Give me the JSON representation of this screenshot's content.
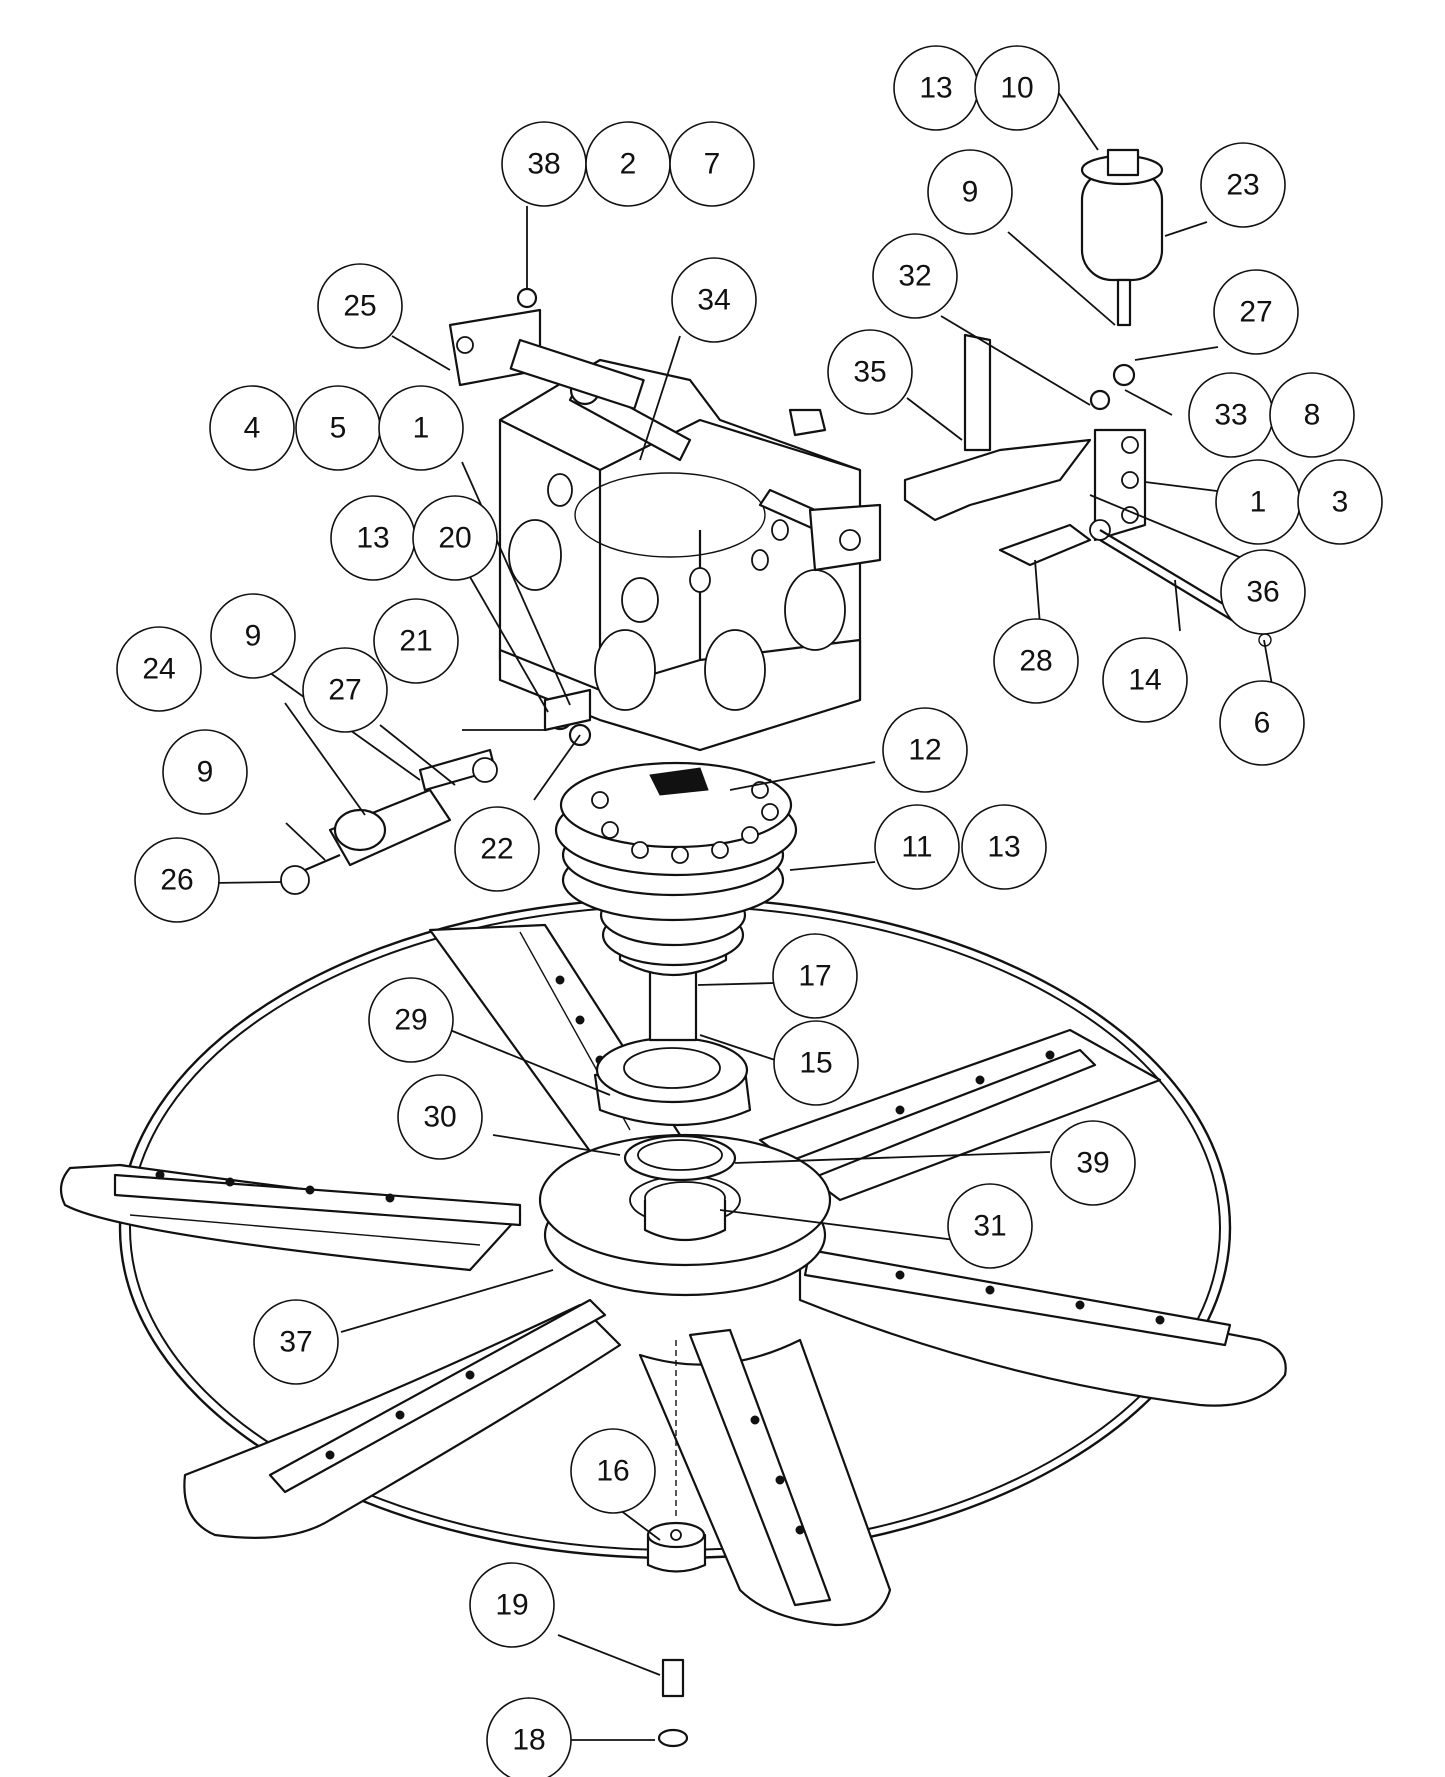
{
  "diagram": {
    "colors": {
      "line": "#111111",
      "paper": "#ffffff"
    },
    "callouts": [
      {
        "id": "c13a",
        "label": "13"
      },
      {
        "id": "c10",
        "label": "10"
      },
      {
        "id": "c23",
        "label": "23"
      },
      {
        "id": "c9a",
        "label": "9"
      },
      {
        "id": "c38",
        "label": "38"
      },
      {
        "id": "c2",
        "label": "2"
      },
      {
        "id": "c7",
        "label": "7"
      },
      {
        "id": "c25",
        "label": "25"
      },
      {
        "id": "c34",
        "label": "34"
      },
      {
        "id": "c32",
        "label": "32"
      },
      {
        "id": "c27a",
        "label": "27"
      },
      {
        "id": "c35",
        "label": "35"
      },
      {
        "id": "c33",
        "label": "33"
      },
      {
        "id": "c8",
        "label": "8"
      },
      {
        "id": "c4",
        "label": "4"
      },
      {
        "id": "c5",
        "label": "5"
      },
      {
        "id": "c1a",
        "label": "1"
      },
      {
        "id": "c1b",
        "label": "1"
      },
      {
        "id": "c3",
        "label": "3"
      },
      {
        "id": "c36",
        "label": "36"
      },
      {
        "id": "c13b",
        "label": "13"
      },
      {
        "id": "c20",
        "label": "20"
      },
      {
        "id": "c28",
        "label": "28"
      },
      {
        "id": "c14",
        "label": "14"
      },
      {
        "id": "c9b",
        "label": "9"
      },
      {
        "id": "c21",
        "label": "21"
      },
      {
        "id": "c24",
        "label": "24"
      },
      {
        "id": "c27b",
        "label": "27"
      },
      {
        "id": "c6",
        "label": "6"
      },
      {
        "id": "c12",
        "label": "12"
      },
      {
        "id": "c9c",
        "label": "9"
      },
      {
        "id": "c22",
        "label": "22"
      },
      {
        "id": "c11",
        "label": "11"
      },
      {
        "id": "c13c",
        "label": "13"
      },
      {
        "id": "c26",
        "label": "26"
      },
      {
        "id": "c17",
        "label": "17"
      },
      {
        "id": "c29",
        "label": "29"
      },
      {
        "id": "c15",
        "label": "15"
      },
      {
        "id": "c30",
        "label": "30"
      },
      {
        "id": "c39",
        "label": "39"
      },
      {
        "id": "c31",
        "label": "31"
      },
      {
        "id": "c37",
        "label": "37"
      },
      {
        "id": "c16",
        "label": "16"
      },
      {
        "id": "c19",
        "label": "19"
      },
      {
        "id": "c18",
        "label": "18"
      }
    ]
  }
}
